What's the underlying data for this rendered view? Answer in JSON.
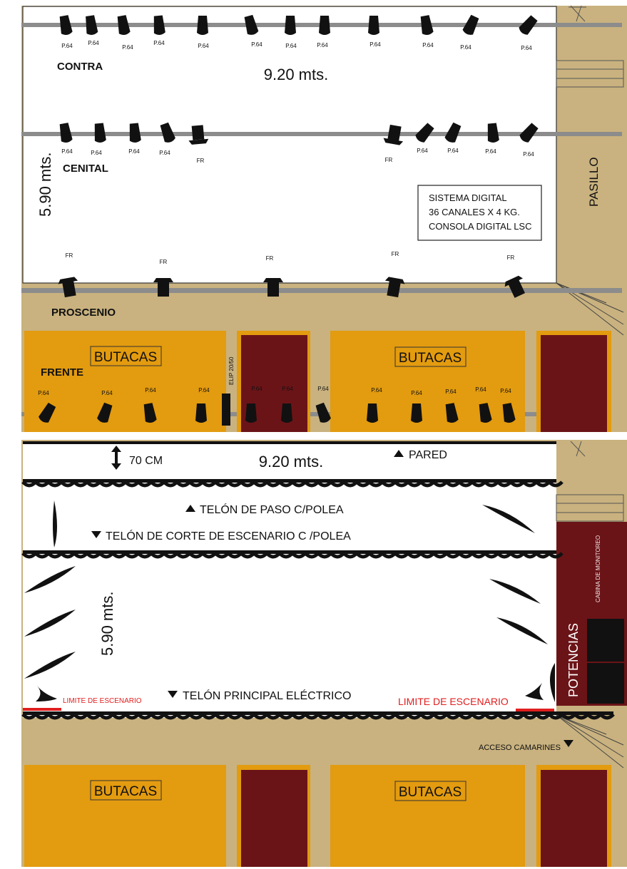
{
  "plan_top": {
    "width_label": "9.20 mts.",
    "depth_label": "5.90 mts.",
    "corridor_label": "PASILLO",
    "rows": {
      "contra": "CONTRA",
      "cenital": "CENITAL",
      "proscenio": "PROSCENIO",
      "frente": "FRENTE"
    },
    "fixture_par": "P.64",
    "fixture_fresnel": "FR",
    "elip_label": "ELIP 20/50",
    "system_box": [
      "SISTEMA DIGITAL",
      "36 CANALES X 4 KG.",
      "CONSOLA DIGITAL LSC"
    ],
    "seating": [
      "BUTACAS",
      "BUTACAS"
    ]
  },
  "plan_bottom": {
    "width_label": "9.20 mts.",
    "depth_label": "5.90 mts.",
    "gap_label": "70 CM",
    "wall_label": "PARED",
    "curtain_pass": "TELÓN DE PASO C/POLEA",
    "curtain_cut": "TELÓN DE CORTE DE ESCENARIO C /POLEA",
    "curtain_main": "TELÓN PRINCIPAL ELÉCTRICO",
    "stage_limit_left": "LIMITE DE ESCENARIO",
    "stage_limit_right": "LIMITE DE ESCENARIO",
    "monitor_booth": "CABINA DE MONITOREO",
    "power": "POTENCIAS",
    "dressing_access": "ACCESO CAMARINES",
    "seating": [
      "BUTACAS",
      "BUTACAS"
    ]
  },
  "colors": {
    "floor": "#c9b27f",
    "seat": "#e39b0f",
    "aisle": "#6b1418",
    "pipe": "#8c8c8c",
    "limit": "#e01e1e"
  }
}
